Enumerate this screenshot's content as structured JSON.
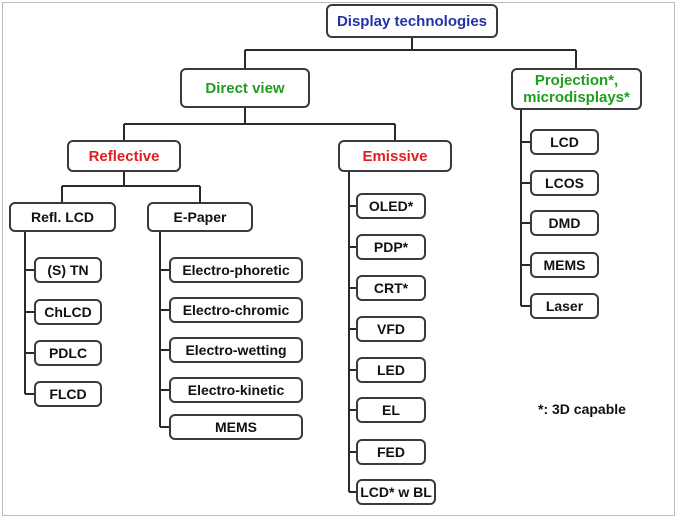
{
  "colors": {
    "root_text": "#2233a8",
    "green_text": "#1f9d1f",
    "red_text": "#e02020",
    "node_text": "#111111",
    "box_border": "#3a3a3a",
    "connector": "#2a2a2a"
  },
  "diagram": {
    "root": "Display technologies",
    "direct_view": "Direct view",
    "projection": [
      "Projection*,",
      "microdisplays*"
    ],
    "reflective": "Reflective",
    "emissive": "Emissive",
    "refl_lcd": "Refl. LCD",
    "epaper": "E-Paper",
    "refl_lcd_items": [
      "(S) TN",
      "ChLCD",
      "PDLC",
      "FLCD"
    ],
    "epaper_items": [
      "Electro-phoretic",
      "Electro-chromic",
      "Electro-wetting",
      "Electro-kinetic",
      "MEMS"
    ],
    "emissive_items": [
      "OLED*",
      "PDP*",
      "CRT*",
      "VFD",
      "LED",
      "EL",
      "FED",
      "LCD* w BL"
    ],
    "projection_items": [
      "LCD",
      "LCOS",
      "DMD",
      "MEMS",
      "Laser"
    ],
    "note": "*: 3D capable"
  }
}
